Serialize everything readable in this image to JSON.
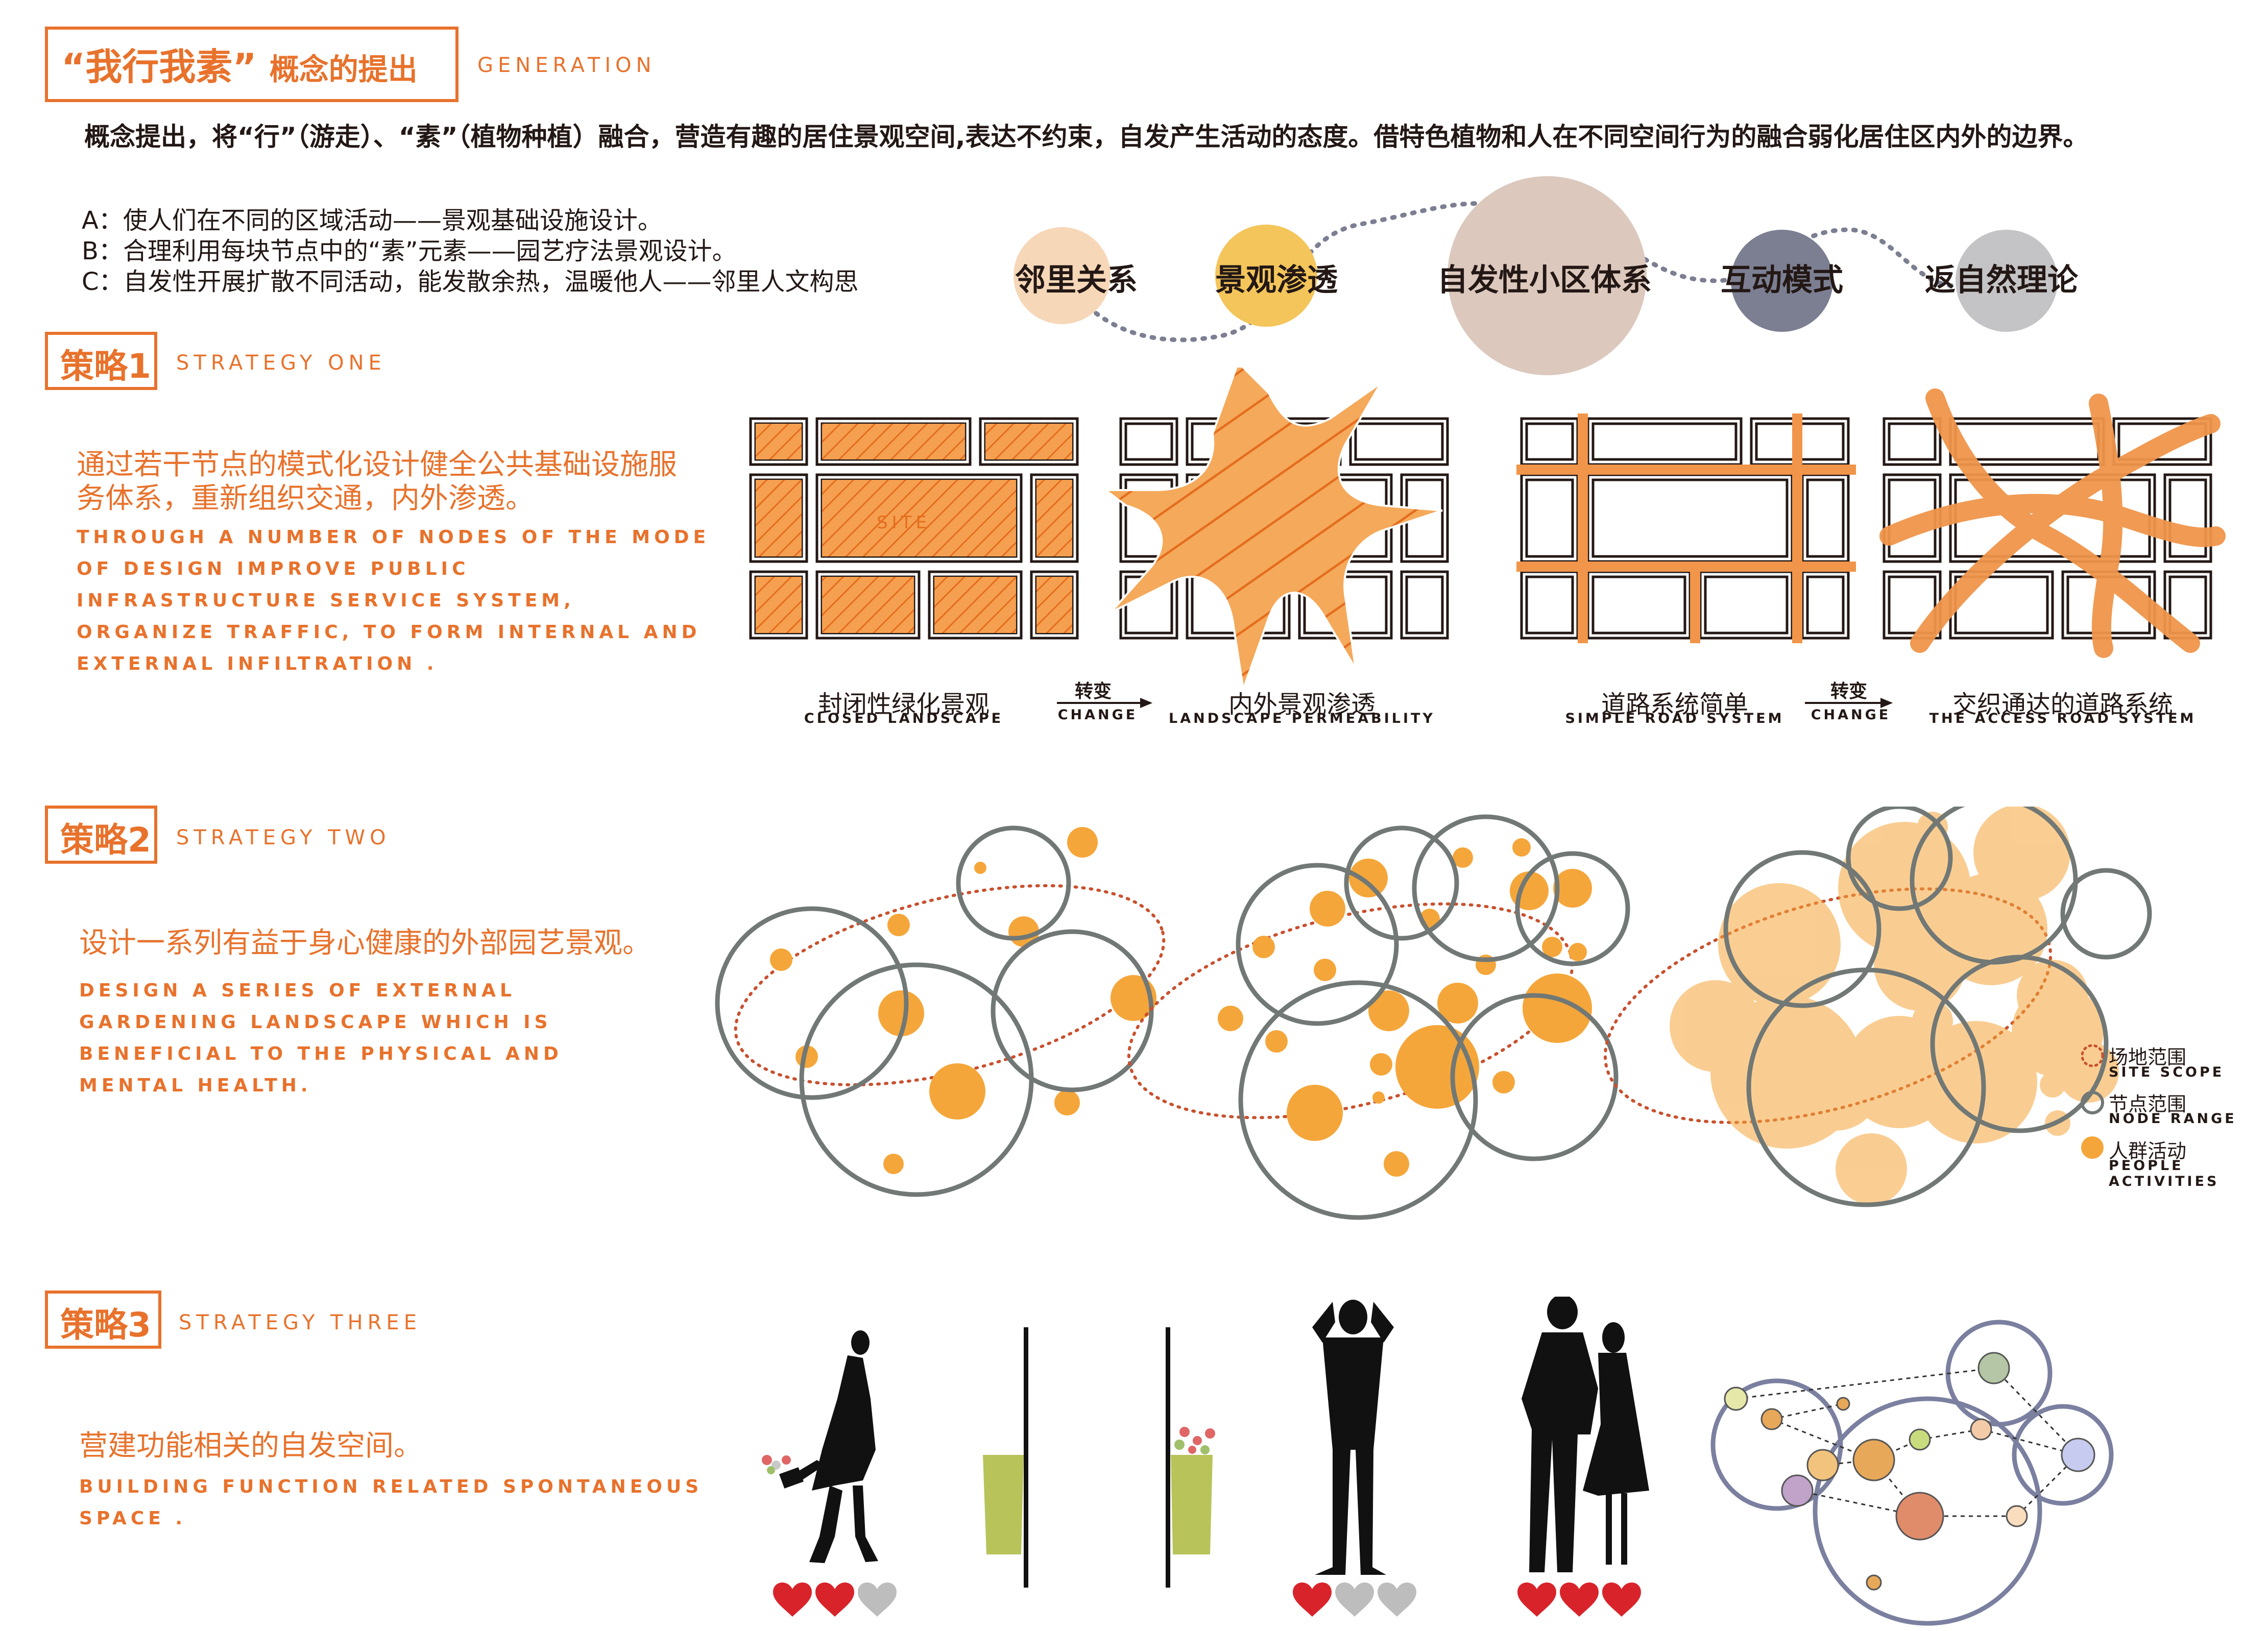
{
  "header": {
    "title_quote": "“我行我素”",
    "title_rest": "概念的提出",
    "subtitle": "GENERATION",
    "intro": "概念提出，将“行”（游走）、“素”（植物种植）融合，营造有趣的居住景观空间,表达不约束，自发产生活动的态度。借特色植物和人在不同空间行为的融合弱化居住区内外的边界。"
  },
  "points": [
    "A：使人们在不同的区域活动——景观基础设施设计。",
    "B：合理利用每块节点中的“素”元素——园艺疗法景观设计。",
    "C：自发性开展扩散不同活动，能发散余热，温暖他人——邻里人文构思"
  ],
  "concept_chain": [
    {
      "label": "邻里关系",
      "color": "#f6d7b8"
    },
    {
      "label": "景观渗透",
      "color": "#f4c55b"
    },
    {
      "label": "自发性小区体系",
      "color": "#dcc8bd"
    },
    {
      "label": "互动模式",
      "color": "#7c7f92"
    },
    {
      "label": "返自然理论",
      "color": "#c4c4c6"
    }
  ],
  "strategy1": {
    "title": "策略1",
    "subtitle": "STRATEGY ONE",
    "cn": "通过若干节点的模式化设计健全公共基础设施服务体系，重新组织交通，内外渗透。",
    "en": "Through a number of nodes of the mode of design improve public infrastructure service system, organize traffic, to form internal and external infiltration .",
    "site_label": "SITE",
    "panels": [
      {
        "cn": "封闭性绿化景观",
        "en": "Closed landscape"
      },
      {
        "cn": "内外景观渗透",
        "en": "landscape permeability"
      },
      {
        "cn": "道路系统简单",
        "en": "Simple road system"
      },
      {
        "cn": "交织通达的道路系统",
        "en": "The access road system"
      }
    ],
    "change_cn": "转变",
    "change_en": "CHANGE"
  },
  "strategy2": {
    "title": "策略2",
    "subtitle": "STRATEGY TWO",
    "cn": "设计一系列有益于身心健康的外部园艺景观。",
    "en": "Design a series of external gardening landscape which is beneficial to the physical and mental health.",
    "legend": [
      {
        "cn": "场地范围",
        "en": "SITE SCOPE"
      },
      {
        "cn": "节点范围",
        "en": "NODE RANGE"
      },
      {
        "cn": "人群活动",
        "en": "PEOPLE ACTIVITIES"
      }
    ],
    "colors": {
      "orange": "#f5a63a",
      "ring": "#717875",
      "site": "#c9502e"
    }
  },
  "strategy3": {
    "title": "策略3",
    "subtitle": "STRATEGY THREE",
    "cn": "营建功能相关的自发空间。",
    "en": "Building function related spontaneous space .",
    "hearts": [
      {
        "filled": 2,
        "total": 3
      },
      {
        "filled": 1,
        "total": 3
      },
      {
        "filled": 3,
        "total": 3
      }
    ]
  }
}
